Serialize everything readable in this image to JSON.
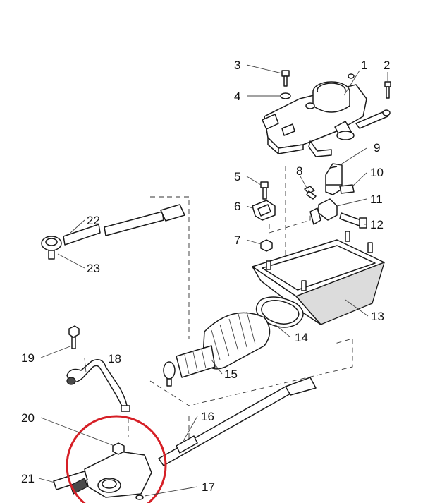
{
  "callouts": [
    {
      "id": "c1",
      "text": "1"
    },
    {
      "id": "c2",
      "text": "2"
    },
    {
      "id": "c3",
      "text": "3"
    },
    {
      "id": "c4",
      "text": "4"
    },
    {
      "id": "c5",
      "text": "5"
    },
    {
      "id": "c6",
      "text": "6"
    },
    {
      "id": "c7",
      "text": "7"
    },
    {
      "id": "c8",
      "text": "8"
    },
    {
      "id": "c9",
      "text": "9"
    },
    {
      "id": "c10",
      "text": "10"
    },
    {
      "id": "c11",
      "text": "11"
    },
    {
      "id": "c12",
      "text": "12"
    },
    {
      "id": "c13",
      "text": "13"
    },
    {
      "id": "c14",
      "text": "14"
    },
    {
      "id": "c15",
      "text": "15"
    },
    {
      "id": "c16",
      "text": "16"
    },
    {
      "id": "c17",
      "text": "17"
    },
    {
      "id": "c18",
      "text": "18"
    },
    {
      "id": "c19",
      "text": "19"
    },
    {
      "id": "c20",
      "text": "20"
    },
    {
      "id": "c21",
      "text": "21"
    },
    {
      "id": "c22",
      "text": "22"
    },
    {
      "id": "c23",
      "text": "23"
    }
  ],
  "colors": {
    "line": "#1a1a1a",
    "highlight_circle": "#d61f26",
    "background": "#ffffff"
  }
}
